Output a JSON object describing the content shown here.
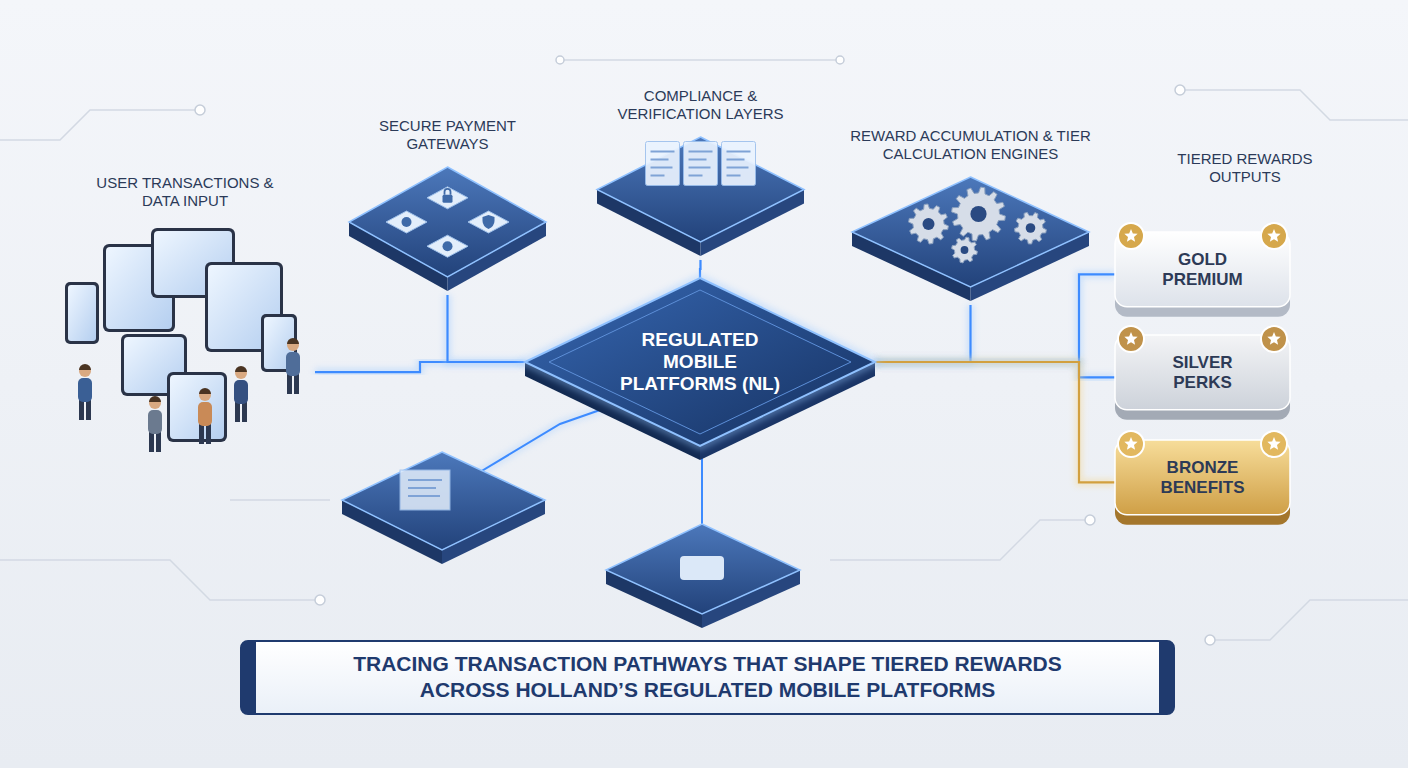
{
  "diagram": {
    "caption": "TRACING TRANSACTION PATHWAYS THAT SHAPE TIERED REWARDS ACROSS HOLLAND’S REGULATED MOBILE PLATFORMS",
    "nodes": [
      {
        "text": [
          "USER TRANSACTIONS & DATA INPUT"
        ]
      },
      {
        "text": [
          "SECURE PAYMENT GATEWAYS"
        ]
      },
      {
        "text": [
          "COMPLIANCE & VERIFICATION LAYERS"
        ]
      },
      {
        "text": [
          "REWARD ACCUMULATION & TIER CALCULATION ENGINES"
        ]
      },
      {
        "text": [
          "REGULATED MOBILE PLATFORMS (NL)"
        ]
      },
      {
        "text": [
          "GOLD PREMIUM"
        ]
      },
      {
        "text": [
          "SILVER PERKS"
        ]
      },
      {
        "text": [
          "BRONZE BENEFITS"
        ]
      }
    ],
    "edges": [
      {
        "from": 0,
        "to": 4,
        "arrow": "none"
      },
      {
        "from": 1,
        "to": 4,
        "arrow": "none"
      },
      {
        "from": 2,
        "to": 4,
        "arrow": "none"
      },
      {
        "from": 3,
        "to": 4,
        "arrow": "none"
      },
      {
        "from": 4,
        "to": 5,
        "arrow": "none"
      },
      {
        "from": 4,
        "to": 6,
        "arrow": "none"
      },
      {
        "from": 4,
        "to": 7,
        "arrow": "none"
      }
    ],
    "labels": [
      "TIERED REWARDS OUTPUTS"
    ]
  }
}
